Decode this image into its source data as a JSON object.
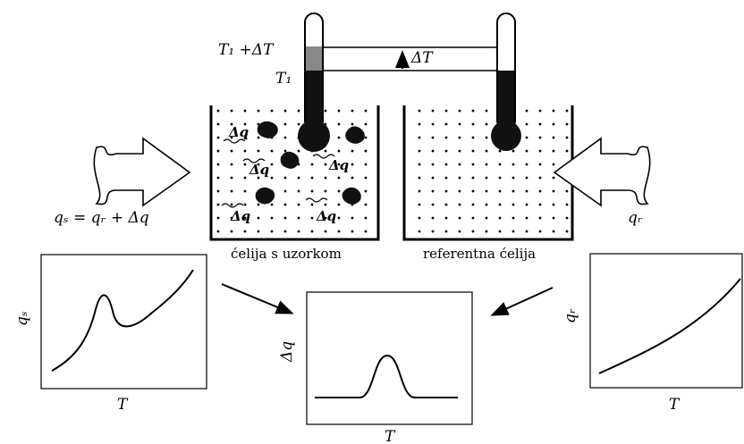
{
  "thermometer": {
    "upper_label": "T₁ +ΔT",
    "lower_label": "T₁",
    "delta_label": "ΔT"
  },
  "sample_cell": {
    "caption": "ćelija s uzorkom",
    "heat_labels": [
      "Δq",
      "Δq",
      "Δq",
      "Δq",
      "Δq"
    ]
  },
  "reference_cell": {
    "caption": "referentna ćelija"
  },
  "heat_flow": {
    "sample_equation": "qₛ = qᵣ + Δq",
    "reference_label": "qᵣ"
  },
  "plots": {
    "sample": {
      "ylabel": "qₛ",
      "xlabel": "T"
    },
    "difference": {
      "ylabel": "Δq",
      "xlabel": "T"
    },
    "reference": {
      "ylabel": "qᵣ",
      "xlabel": "T"
    }
  }
}
